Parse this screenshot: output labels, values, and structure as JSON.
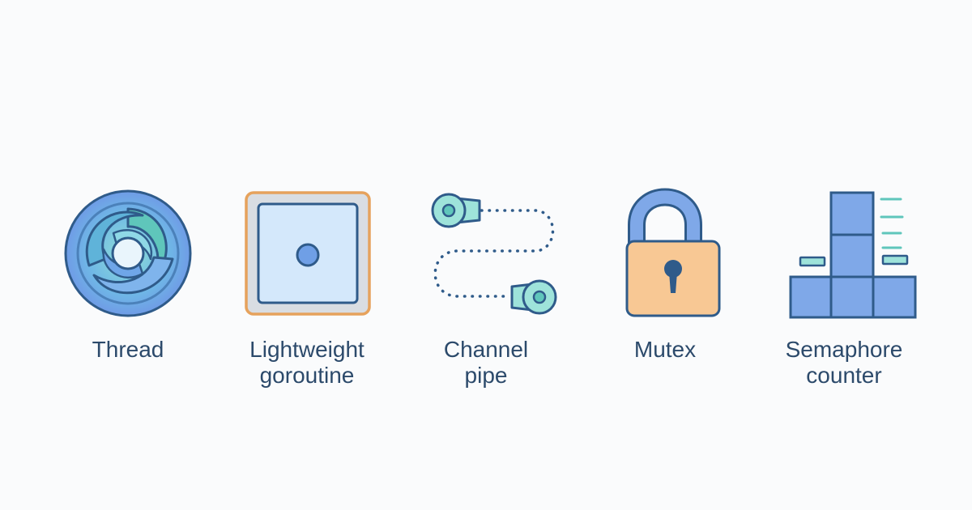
{
  "items": [
    {
      "id": "thread",
      "icon": "thread-swirl-icon",
      "label": "Thread"
    },
    {
      "id": "goroutine",
      "icon": "goroutine-square-icon",
      "label": "Lightweight\ngoroutine"
    },
    {
      "id": "channel",
      "icon": "channel-pipe-icon",
      "label": "Channel\npipe"
    },
    {
      "id": "mutex",
      "icon": "padlock-icon",
      "label": "Mutex"
    },
    {
      "id": "semaphore",
      "icon": "semaphore-blocks-icon",
      "label": "Semaphore\ncounter"
    }
  ],
  "colors": {
    "stroke": "#2f5b8a",
    "blue": "#6f9fe6",
    "blue_light": "#d4e8fb",
    "teal": "#6fd0c4",
    "orange": "#e6a25c",
    "peach": "#f8c894",
    "gray": "#d9dde2",
    "label": "#2c4a6b"
  }
}
